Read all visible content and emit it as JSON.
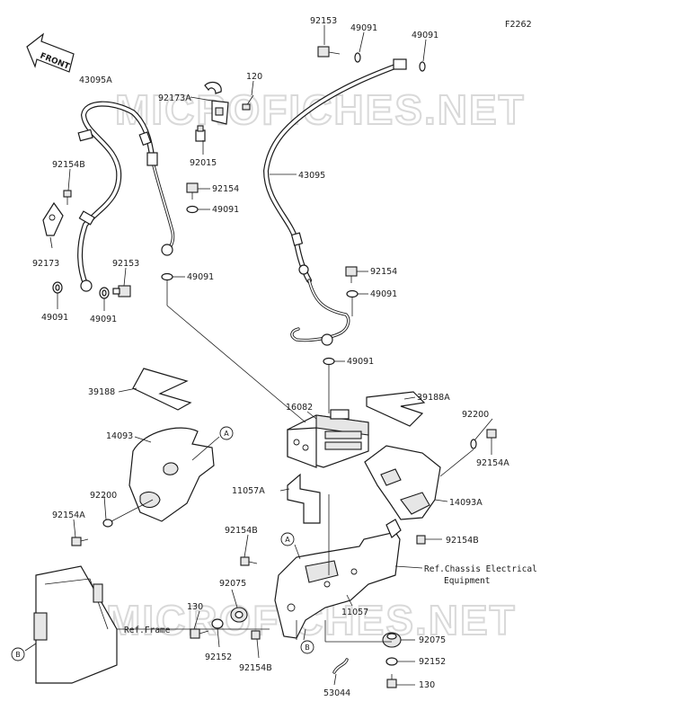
{
  "figure_code": "F2262",
  "front_label": "FRONT",
  "watermark": "MICROFICHES.NET",
  "callouts": {
    "a": "A",
    "b": "B"
  },
  "labels": {
    "p92153_top": "92153",
    "p49091_t1": "49091",
    "p49091_t2": "49091",
    "p43095A": "43095A",
    "p120": "120",
    "p92173A": "92173A",
    "p92015": "92015",
    "p43095": "43095",
    "p92154B_l": "92154B",
    "p92154_m": "92154",
    "p49091_m1": "49091",
    "p92173": "92173",
    "p92153_l": "92153",
    "p49091_m2": "49091",
    "p49091_l1": "49091",
    "p49091_l2": "49091",
    "p92154_r": "92154",
    "p49091_r1": "49091",
    "p49091_r2": "49091",
    "p39188": "39188",
    "p39188A": "39188A",
    "p16082": "16082",
    "p92200_r": "92200",
    "p14093": "14093",
    "p92154A_r": "92154A",
    "p11057A": "11057A",
    "p14093A": "14093A",
    "p92200_l": "92200",
    "p92154A_l": "92154A",
    "p92154B_m": "92154B",
    "p92154B_r": "92154B",
    "p92075_l": "92075",
    "p130_l": "130",
    "p11057": "11057",
    "p92152_l": "92152",
    "p92154B_b": "92154B",
    "p92075_r": "92075",
    "p92152_r": "92152",
    "p53044": "53044",
    "p130_r": "130"
  },
  "references": {
    "frame": "Ref.Frame",
    "chassis_line1": "Ref.Chassis Electrical",
    "chassis_line2": "Equipment"
  }
}
